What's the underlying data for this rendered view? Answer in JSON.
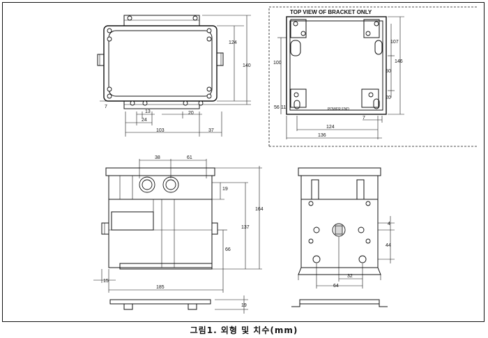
{
  "caption": "그림1. 외형 및 치수(mm)",
  "top_left_view": {
    "dims": {
      "height_inner": "124",
      "height_outer": "140",
      "offset_small": "7",
      "spacing_13": "13",
      "spacing_24": "24",
      "spacing_20": "20",
      "width_103": "103",
      "width_37": "37"
    }
  },
  "bracket_view": {
    "title": "TOP VIEW OF BRACKET ONLY",
    "power_label": "POWER END",
    "dims": {
      "d107": "107",
      "d146": "146",
      "d100": "100",
      "d50": "50",
      "d20": "20",
      "d56": "56",
      "d11": "11",
      "d7": "7",
      "d124": "124",
      "d136": "136"
    }
  },
  "front_view": {
    "dims": {
      "d38": "38",
      "d61": "61",
      "d19_top": "19",
      "d164": "164",
      "d137": "137",
      "d66": "66",
      "d15": "15",
      "d185": "185",
      "d19_bottom": "19"
    }
  },
  "side_view": {
    "dims": {
      "d4": "4",
      "d44": "44",
      "d32": "32",
      "d64": "64"
    }
  },
  "colors": {
    "line": "#111111",
    "background": "#ffffff"
  }
}
